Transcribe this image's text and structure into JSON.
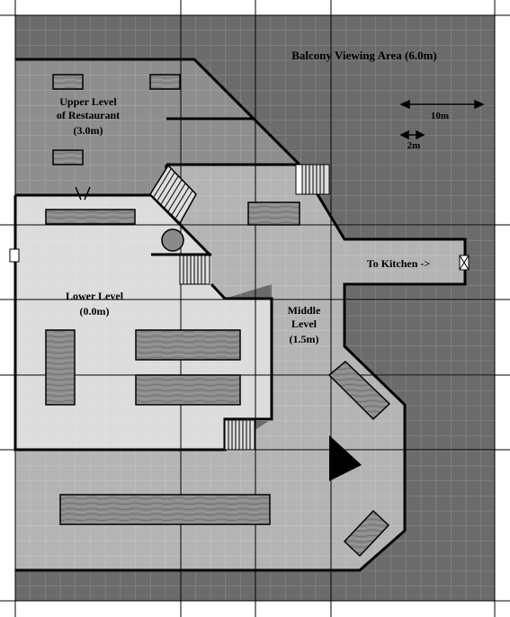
{
  "labels": {
    "balcony": "Balcony Viewing Area (6.0m)",
    "upper_1": "Upper Level",
    "upper_2": "of Restaurant",
    "upper_3": "(3.0m)",
    "lower_1": "Lower Level",
    "lower_2": "(0.0m)",
    "middle_1": "Middle",
    "middle_2": "Level",
    "middle_3": "(1.5m)",
    "kitchen": "To Kitchen ->"
  },
  "scale": {
    "large": "10m",
    "small": "2m"
  },
  "colors": {
    "balcony": "#6b6b6b",
    "upper": "#8e8e8e",
    "middle": "#b4b4b4",
    "lower": "#dcdcdc",
    "table": "#8a8a8a",
    "wall": "#000000"
  }
}
